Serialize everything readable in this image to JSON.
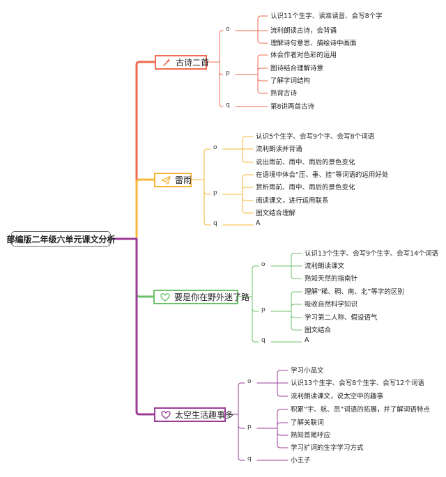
{
  "root": {
    "label": "部编版二年级六单元课文分析"
  },
  "lessons": [
    {
      "title": "古诗二首",
      "icon": "magic-wand-icon",
      "color": "#ef6a4f",
      "groups": [
        {
          "label": "o",
          "items": [
            "认识11个生字、读准读音、会写8个字",
            "流利朗读古诗，会背诵",
            "理解诗句意思、描绘诗中画面"
          ]
        },
        {
          "label": "p",
          "items": [
            "体会作者对色彩的运用",
            "图诗结合理解诗意",
            "了解字词结构",
            "熟背古诗"
          ]
        },
        {
          "label": "q",
          "items": [
            "第8讲两首古诗"
          ]
        }
      ]
    },
    {
      "title": "雷雨",
      "icon": "paper-plane-icon",
      "color": "#f4b73a",
      "groups": [
        {
          "label": "o",
          "items": [
            "认识5个生字、会写9个字、会写8个词语",
            "流利朗读并背诵",
            "说出雨前、雨中、雨后的景色变化"
          ]
        },
        {
          "label": "p",
          "items": [
            "在语境中体会“压、垂、挂”等词语的运用好处",
            "赏析雨前、雨中、雨后的景色变化",
            "阅读课文，进行运用联系",
            "图文结合理解"
          ]
        },
        {
          "label": "q",
          "items": [
            "A"
          ]
        }
      ]
    },
    {
      "title": "要是你在野外迷了路",
      "icon": "heart-icon",
      "color": "#6cc26a",
      "groups": [
        {
          "label": "o",
          "items": [
            "认识13个生字、会写9个生字、会写14个词语",
            "流利朗读课文",
            "熟知天然的指南针"
          ]
        },
        {
          "label": "p",
          "items": [
            "理解“稀、稠、南、北”等字的区别",
            "吸收自然科学知识",
            "学习第二人称、假设语气",
            "图文结合"
          ]
        },
        {
          "label": "q",
          "items": [
            "A"
          ]
        }
      ]
    },
    {
      "title": "太空生活趣事多",
      "icon": "heart-icon",
      "color": "#9b3d97",
      "groups": [
        {
          "label": "o",
          "items": [
            "学习小品文",
            "认识13个生字、会写8个生字、会写12个词语",
            "流利朗读课文，说太空中的趣事"
          ]
        },
        {
          "label": "p",
          "items": [
            "积累“宇、航、员”词语的拓展，并了解词语特点",
            "了解关联词",
            "熟知首尾呼应",
            "学习扩词的生字学习方式"
          ]
        },
        {
          "label": "q",
          "items": [
            "小王子"
          ]
        }
      ]
    }
  ]
}
